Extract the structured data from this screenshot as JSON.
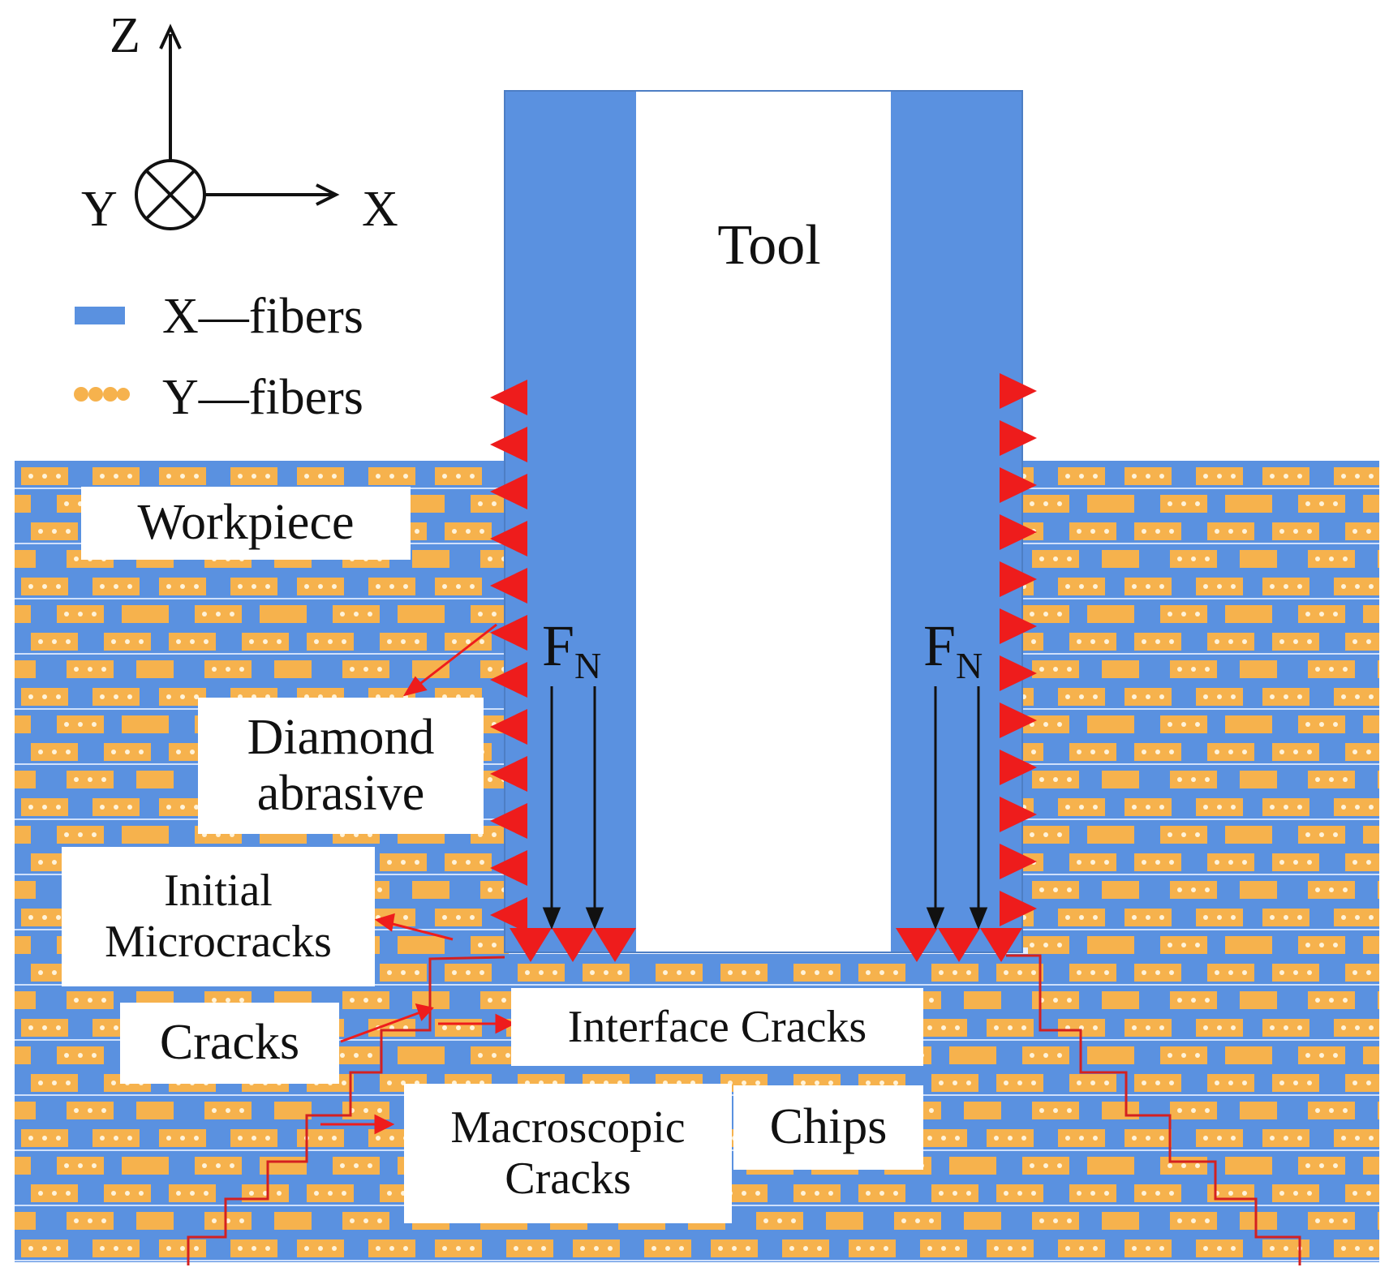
{
  "axes": {
    "z": "Z",
    "x": "X",
    "y": "Y"
  },
  "legend": {
    "x_fibers": "X—fibers",
    "y_fibers": "Y—fibers"
  },
  "labels": {
    "tool": "Tool",
    "workpiece": "Workpiece",
    "diamond_line1": "Diamond",
    "diamond_line2": "abrasive",
    "initial_line1": "Initial",
    "initial_line2": "Microcracks",
    "cracks": "Cracks",
    "interface_cracks": "Interface Cracks",
    "macro_line1": "Macroscopic",
    "macro_line2": "Cracks",
    "chips": "Chips",
    "force": "F",
    "force_sub": "N"
  },
  "colors": {
    "fiber_blue": "#5a91e0",
    "fiber_orange": "#f6b24d",
    "abrasive_red": "#ee1c1c",
    "crack_red": "#d42020",
    "arrow_black": "#111111"
  }
}
